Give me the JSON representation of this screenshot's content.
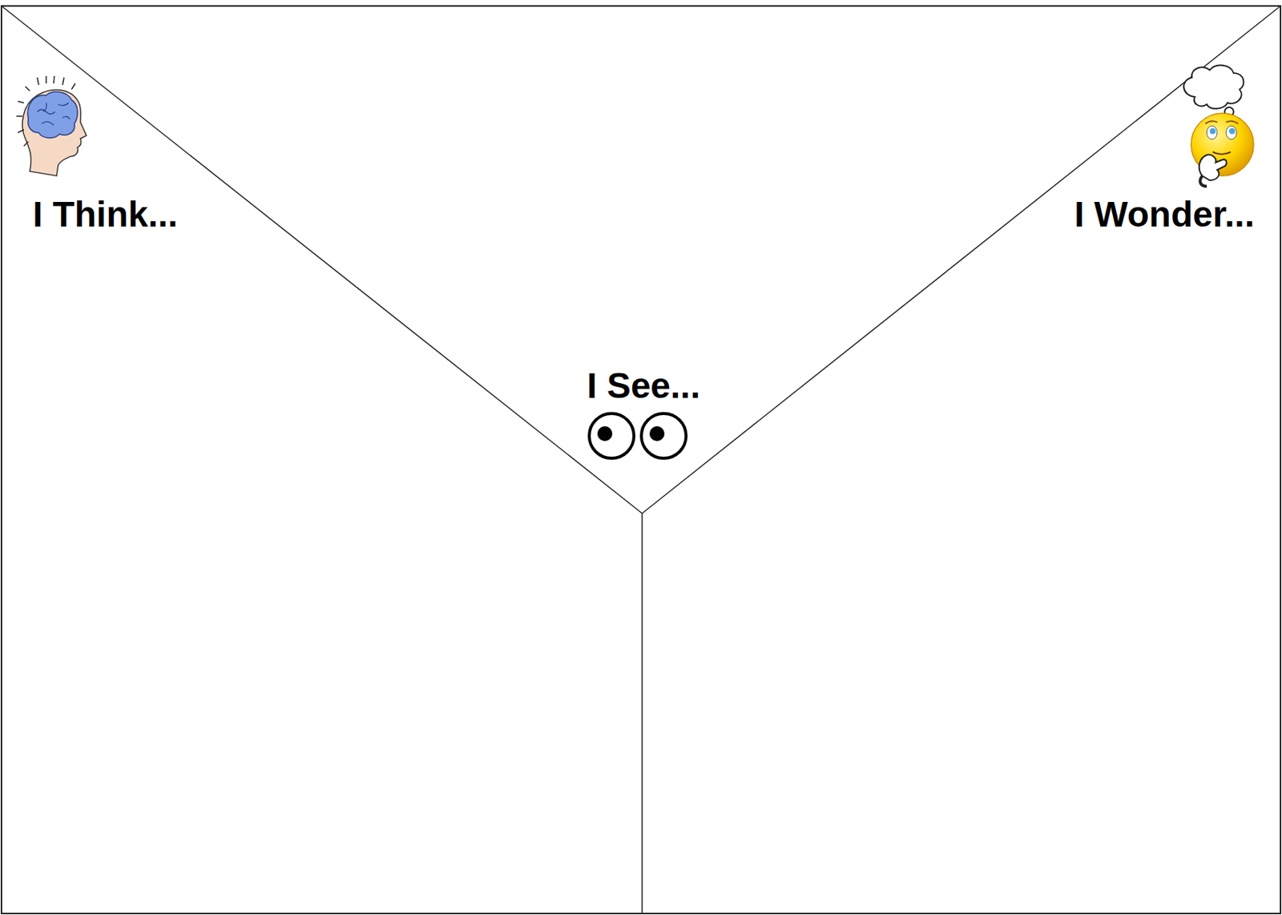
{
  "diagram": {
    "labels": [
      "I Think...",
      "I Wonder...",
      "I See..."
    ]
  }
}
